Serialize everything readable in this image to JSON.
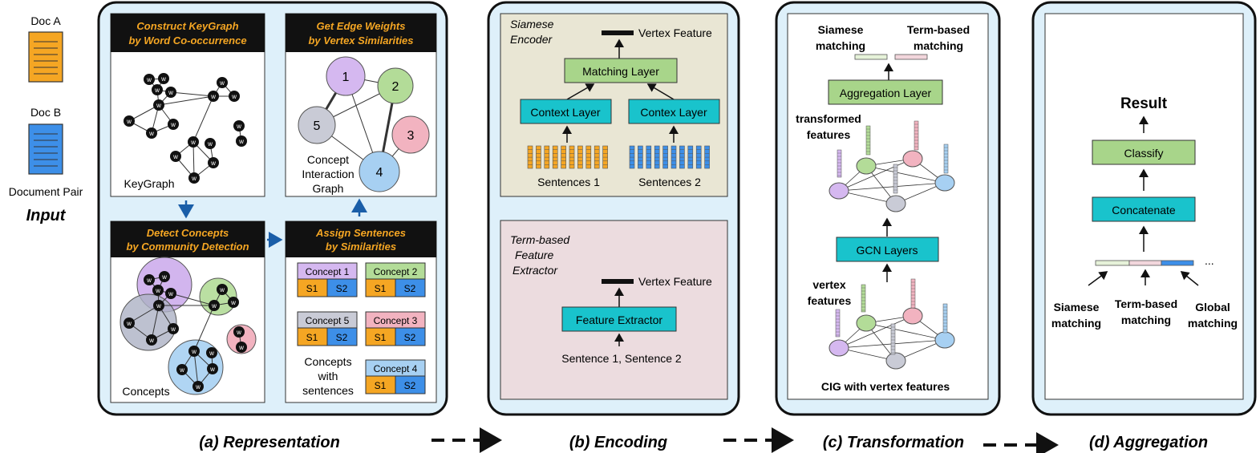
{
  "input": {
    "doc_a": "Doc A",
    "doc_b": "Doc B",
    "pair_label": "Document Pair",
    "title": "Input"
  },
  "representation": {
    "construct_l1": "Construct KeyGraph",
    "construct_l2": "by Word Co-occurrence",
    "keygraph_label": "KeyGraph",
    "node_letter": "w",
    "edge_l1": "Get Edge Weights",
    "edge_l2": "by Vertex Similarities",
    "cig_l1": "Concept",
    "cig_l2": "Interaction",
    "cig_l3": "Graph",
    "cig_nodes": [
      "1",
      "2",
      "3",
      "4",
      "5"
    ],
    "detect_l1": "Detect Concepts",
    "detect_l2": "by Community Detection",
    "concepts_label": "Concepts",
    "assign_l1": "Assign Sentences",
    "assign_l2": "by Similarities",
    "concepts": [
      {
        "name": "Concept 1",
        "color": "#d5b8f0"
      },
      {
        "name": "Concept 2",
        "color": "#b3dc98"
      },
      {
        "name": "Concept 5",
        "color": "#c9cbd6"
      },
      {
        "name": "Concept 3",
        "color": "#f2b3c0"
      },
      {
        "name": "Concept 4",
        "color": "#a7d0f2"
      }
    ],
    "s1": "S1",
    "s2": "S2",
    "with_l1": "Concepts",
    "with_l2": "with",
    "with_l3": "sentences"
  },
  "encoding": {
    "siamese_l1": "Siamese",
    "siamese_l2": "Encoder",
    "vertex_feature": "Vertex Feature",
    "matching_layer": "Matching Layer",
    "context_layer": "Context Layer",
    "contex_layer": "Contex Layer",
    "sentences1": "Sentences 1",
    "sentences2": "Sentences 2",
    "term_l1": "Term-based",
    "term_l2": "Feature",
    "term_l3": "Extractor",
    "vertex_feature2": "Vertex Feature",
    "feature_extractor": "Feature Extractor",
    "sentence_pair": "Sentence 1, Sentence 2"
  },
  "transformation": {
    "siamese_l1": "Siamese",
    "siamese_l2": "matching",
    "term_l1": "Term-based",
    "term_l2": "matching",
    "aggregation_layer": "Aggregation Layer",
    "transformed_l1": "transformed",
    "transformed_l2": "features",
    "gcn_layers": "GCN Layers",
    "vertex_l1": "vertex",
    "vertex_l2": "features",
    "cig_caption": "CIG with vertex features"
  },
  "aggregation": {
    "result": "Result",
    "classify": "Classify",
    "concatenate": "Concatenate",
    "ellipsis": "...",
    "siamese_l1": "Siamese",
    "siamese_l2": "matching",
    "term_l1": "Term-based",
    "term_l2": "matching",
    "global_l1": "Global",
    "global_l2": "matching"
  },
  "captions": {
    "a": "(a) Representation",
    "b": "(b) Encoding",
    "c": "(c) Transformation",
    "d": "(d) Aggregation"
  },
  "colors": {
    "panel_bg": "#def0fa",
    "title_bg": "#111111",
    "title_text": "#f5a623",
    "teal": "#19c3cc",
    "green": "#a8d58a",
    "orange": "#f5a623",
    "blue": "#3d8fe8",
    "encoder_bg": "#e9e6d4",
    "extractor_bg": "#ecdcdf"
  }
}
